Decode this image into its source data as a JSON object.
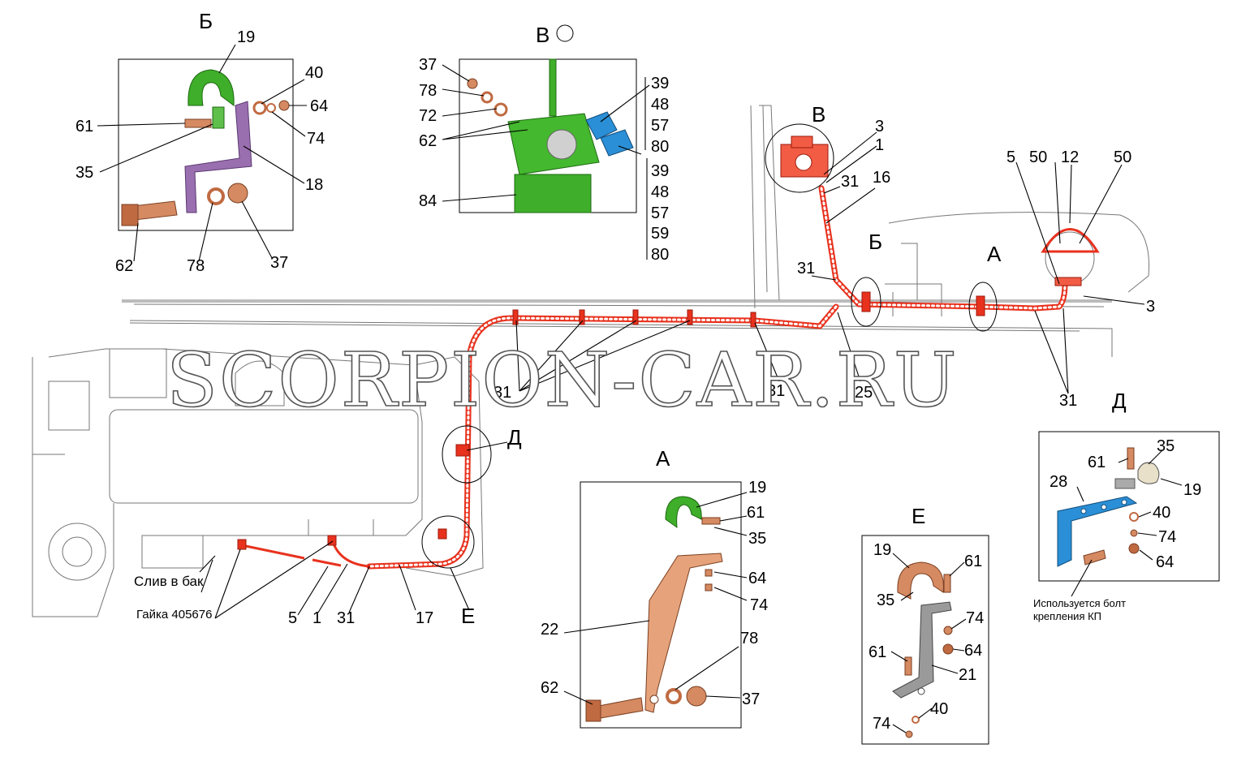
{
  "views": {
    "B_cyr": {
      "title": "Б",
      "callouts": [
        "19",
        "40",
        "64",
        "61",
        "74",
        "35",
        "18",
        "62",
        "78",
        "37"
      ]
    },
    "V": {
      "title": "В",
      "callouts": [
        "37",
        "78",
        "72",
        "62",
        "84",
        "39",
        "48",
        "57",
        "80",
        "39",
        "48",
        "57",
        "59",
        "80"
      ]
    },
    "A": {
      "title": "А",
      "callouts": [
        "19",
        "61",
        "35",
        "64",
        "74",
        "22",
        "78",
        "62",
        "37"
      ]
    },
    "E": {
      "title": "Е",
      "callouts": [
        "19",
        "61",
        "35",
        "74",
        "64",
        "61",
        "21",
        "40",
        "74"
      ]
    },
    "D": {
      "title": "Д",
      "callouts": [
        "35",
        "61",
        "19",
        "28",
        "40",
        "74",
        "64"
      ],
      "note_line1": "Используется болт",
      "note_line2": "крепления КП"
    }
  },
  "main": {
    "view_markers": [
      "В",
      "Б",
      "А",
      "Д",
      "Е"
    ],
    "callouts": {
      "c3a": "3",
      "c1a": "1",
      "c31a": "31",
      "c16": "16",
      "c31b": "31",
      "c5": "5",
      "c50a": "50",
      "c12": "12",
      "c50b": "50",
      "c3b": "3",
      "c31c": "31",
      "c31d": "31",
      "c31e": "31",
      "c25": "25",
      "c5b": "5",
      "c1b": "1",
      "c31f": "31",
      "c17": "17"
    },
    "drain_label": "Слив в бак",
    "nut_label": "Гайка 405676"
  },
  "watermark": "SCORPION-CAR.RU",
  "colors": {
    "tube": "#e8321e",
    "green": "#3fae2a",
    "purple": "#9a6fb0",
    "copper": "#d58a62",
    "blue": "#2a8fd6",
    "gray": "#8a8a8a"
  }
}
